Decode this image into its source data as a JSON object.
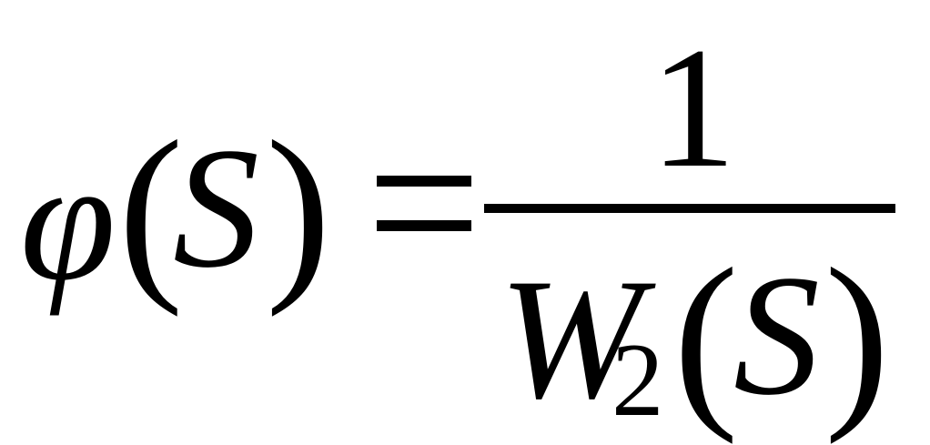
{
  "formula": {
    "lhs": {
      "function_symbol": "φ",
      "open_paren": "(",
      "variable": "S",
      "close_paren": ")"
    },
    "equals_sign": "=",
    "rhs": {
      "numerator": "1",
      "denominator": {
        "function_symbol": "W",
        "subscript": "2",
        "open_paren": "(",
        "variable": "S",
        "close_paren": ")"
      }
    }
  },
  "colors": {
    "ink": "#000000",
    "background": "#ffffff"
  }
}
